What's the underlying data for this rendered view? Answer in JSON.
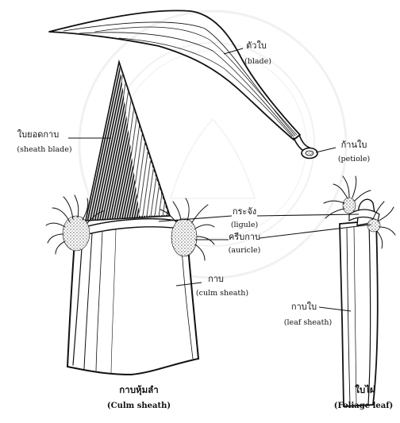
{
  "labels": {
    "blade": {
      "thai": "ตัวใบ",
      "english": "(blade)"
    },
    "petiole": {
      "thai": "ก้านใบ",
      "english": "(petiole)"
    },
    "sheath_blade": {
      "thai": "ใบยอดกาบ",
      "english": "(sheath blade)"
    },
    "ligule": {
      "thai": "กระจัง",
      "english": "(ligule)"
    },
    "auricle": {
      "thai": "ครีบกาบ",
      "english": "(auricle)"
    },
    "culm_sheath_part": {
      "thai": "กาบ",
      "english": "(culm sheath)"
    },
    "leaf_sheath": {
      "thai": "กาบใบ",
      "english": "(leaf sheath)"
    }
  },
  "captions": {
    "culm_sheath": {
      "thai": "กาบหุ้มลำ",
      "english": "(Culm sheath)"
    },
    "foliage_leaf": {
      "thai": "ใบไผ่",
      "english": "(Foliage leaf)"
    }
  },
  "colors": {
    "ink": "#111111",
    "background": "#ffffff",
    "watermark": "#e6e6e6"
  }
}
